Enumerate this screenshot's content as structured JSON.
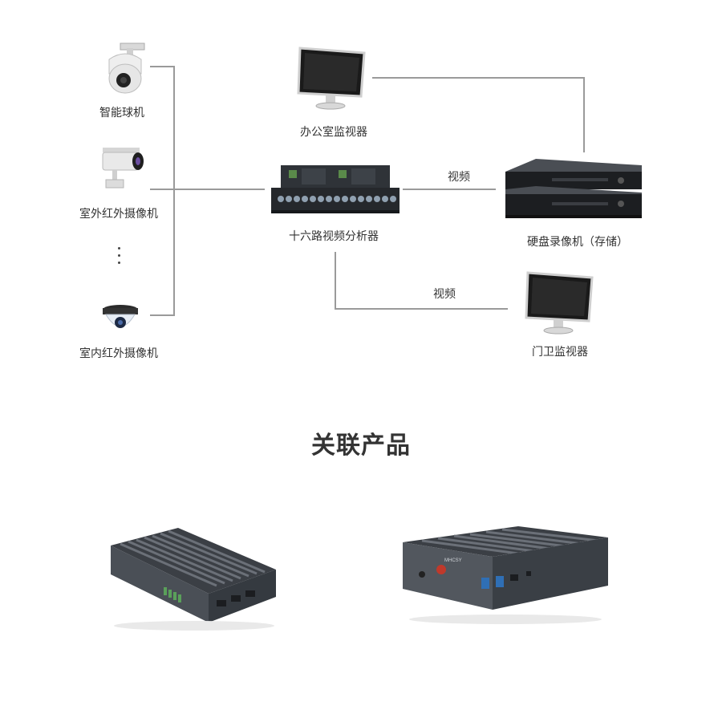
{
  "diagram": {
    "cameras": [
      {
        "label": "智能球机",
        "icon": "dome-speed-camera-icon"
      },
      {
        "label": "室外红外摄像机",
        "icon": "bullet-camera-icon"
      },
      {
        "label": "室内红外摄像机",
        "icon": "indoor-dome-camera-icon"
      }
    ],
    "ellipsis": "⋮",
    "office_monitor": {
      "label": "办公室监视器",
      "icon": "monitor-icon"
    },
    "analyzer": {
      "label": "十六路视频分析器",
      "icon": "rack-analyzer-icon"
    },
    "dvr": {
      "label": "硬盘录像机（存储）",
      "icon": "dvr-icon"
    },
    "gate_monitor": {
      "label": "门卫监视器",
      "icon": "monitor-icon"
    },
    "edges": [
      {
        "from": "cameras",
        "to": "十六路视频分析器",
        "label": ""
      },
      {
        "from": "十六路视频分析器",
        "to": "硬盘录像机（存储）",
        "label": "视频"
      },
      {
        "from": "十六路视频分析器",
        "to": "门卫监视器",
        "label": "视频"
      },
      {
        "from": "办公室监视器",
        "to": "硬盘录像机（存储）",
        "label": ""
      }
    ]
  },
  "related": {
    "title": "关联产品",
    "products": [
      {
        "icon": "fanless-industrial-pc-icon"
      },
      {
        "icon": "fanless-industrial-pc-icon",
        "brand": "MHCSY"
      }
    ]
  },
  "colors": {
    "line": "#9a9a9a",
    "text": "#333333",
    "device_dark": "#2b2e33"
  }
}
